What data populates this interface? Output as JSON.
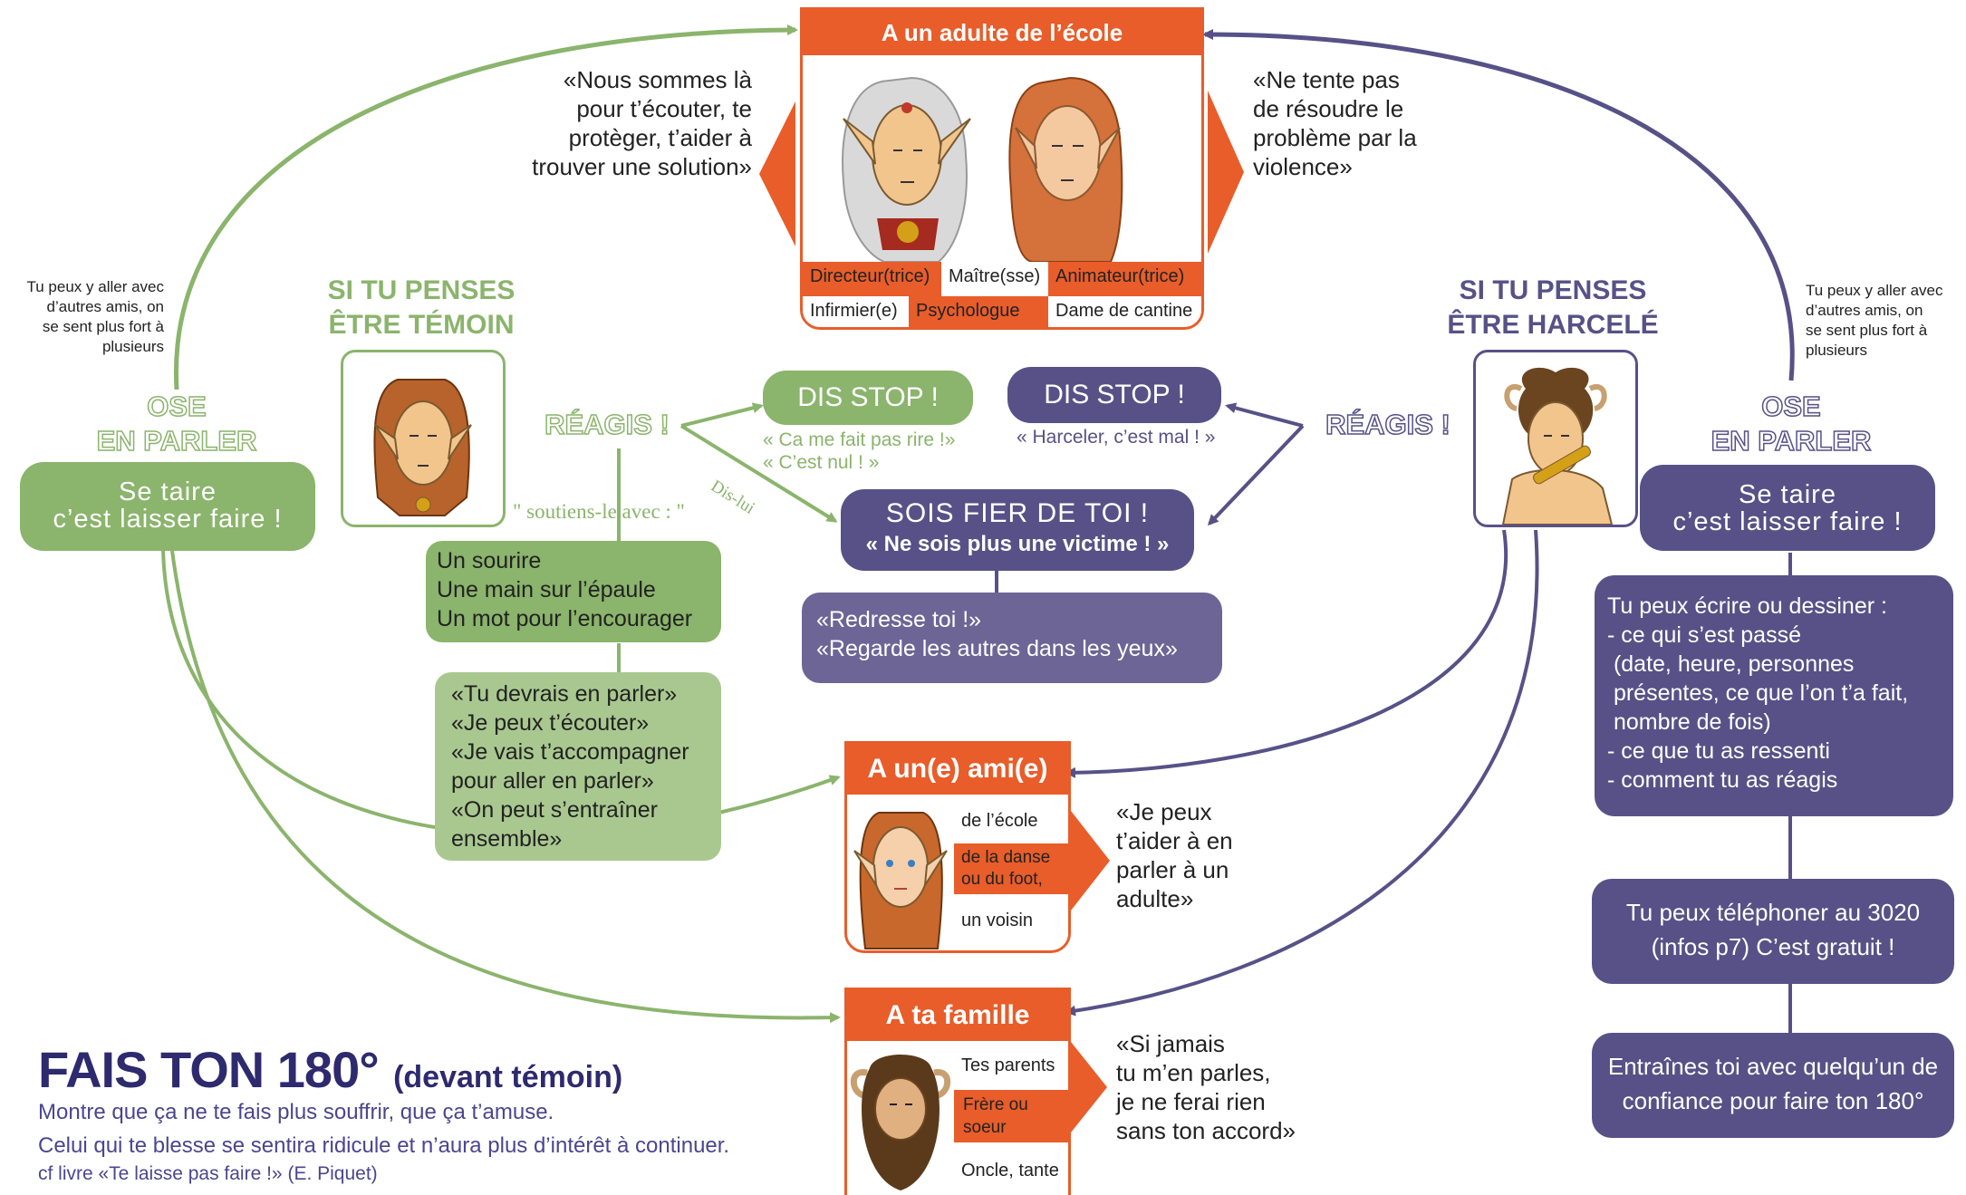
{
  "colors": {
    "orange": "#e85d2a",
    "green": "#8bb46c",
    "light_green": "#a9c890",
    "purple": "#585187"
  },
  "top_box": {
    "title": "A un adulte de l’école",
    "cells": [
      "Directeur(trice)",
      "Maître(sse)",
      "Animateur(trice)",
      "Infirmier(e)",
      "Psychologue",
      "Dame de cantine"
    ]
  },
  "quote_left_top": [
    "«Nous sommes là",
    "pour t’écouter, te",
    "protèger, t’aider à",
    "trouver une solution»"
  ],
  "quote_right_top": [
    "«Ne tente pas",
    "de résoudre le",
    "problème par la",
    "violence»"
  ],
  "note_left": [
    "Tu peux y aller avec",
    "d’autres amis, on",
    "se sent plus fort à",
    "plusieurs"
  ],
  "note_right": [
    "Tu peux y aller avec",
    "d’autres amis, on",
    "se sent plus fort à",
    "plusieurs"
  ],
  "witness": {
    "title": [
      "SI TU PENSES",
      "ÊTRE TÉMOIN"
    ],
    "ose": [
      "OSE",
      "EN PARLER"
    ],
    "se_taire": [
      "Se taire",
      "c’est laisser faire !"
    ],
    "reagis": "RÉAGIS !",
    "dis_stop": "DIS STOP !",
    "dis_stop_quotes": [
      "« Ca me fait pas rire !»",
      "« C’est nul ! »"
    ],
    "dis_lui": "Dis-lui",
    "soutiens": "\" soutiens-le avec : \"",
    "support": [
      "Un sourire",
      "Une main sur l’épaule",
      "Un mot pour l’encourager"
    ],
    "phrases": [
      "«Tu devrais en parler»",
      "«Je peux t’écouter»",
      "«Je vais t’accompagner",
      "pour aller en parler»",
      "«On peut s’entraîner",
      "ensemble»"
    ]
  },
  "victim": {
    "title": [
      "SI TU PENSES",
      "ÊTRE HARCELÉ"
    ],
    "ose": [
      "OSE",
      "EN PARLER"
    ],
    "se_taire": [
      "Se taire",
      "c’est laisser faire !"
    ],
    "reagis": "RÉAGIS !",
    "dis_stop": "DIS STOP !",
    "dis_stop_quote": "« Harceler, c’est mal ! »",
    "sois_fier": "SOIS FIER DE TOI !",
    "sois_fier_sub": "« Ne sois plus une victime ! »",
    "redresse": [
      "«Redresse toi !»",
      "«Regarde les autres dans les yeux»"
    ],
    "write": [
      "Tu peux écrire ou dessiner :",
      "- ce qui s’est passé",
      " (date, heure, personnes",
      " présentes, ce que l’on t’a fait,",
      " nombre de fois)",
      "- ce que tu as ressenti",
      "- comment tu as réagis"
    ],
    "phone": [
      "Tu peux téléphoner au 3020",
      "(infos p7)  C’est gratuit !"
    ],
    "train": [
      "Entraînes toi avec quelqu’un de",
      "confiance pour faire ton 180°"
    ]
  },
  "friend_box": {
    "title": "A un(e) ami(e)",
    "cells": [
      "de l’école",
      "de la danse ou du foot, ...",
      "un voisin"
    ],
    "quote": [
      "«Je peux",
      "t’aider à en",
      "parler à un",
      "adulte»"
    ]
  },
  "family_box": {
    "title": "A ta famille",
    "cells": [
      "Tes parents",
      "Frère ou soeur",
      "Oncle, tante"
    ],
    "quote": [
      "«Si jamais",
      "tu m’en parles,",
      "je ne ferai rien",
      "sans ton accord»"
    ]
  },
  "footer": {
    "title": "FAIS TON 180°",
    "title_suffix": "(devant témoin)",
    "line1": "Montre que ça ne te fais plus souffrir, que ça t’amuse.",
    "line2": "Celui qui te blesse se sentira ridicule et n’aura plus d’intérêt à continuer.",
    "line3": "cf livre «Te laisse pas faire !» (E. Piquet)"
  }
}
